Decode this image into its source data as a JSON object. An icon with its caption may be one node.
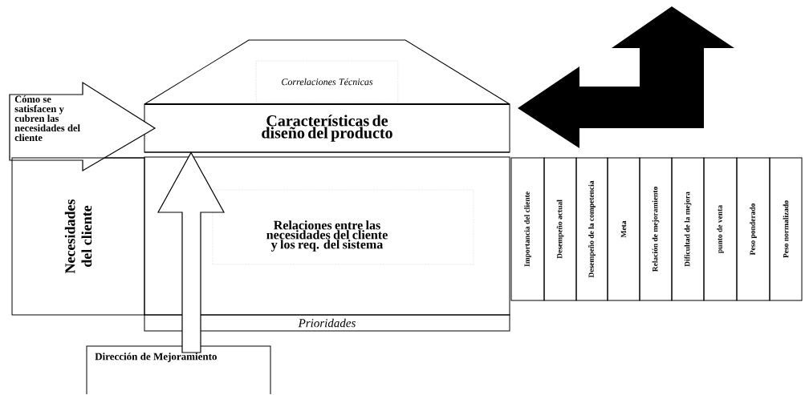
{
  "diagram": {
    "nodes": [
      {
        "text": [
          "Correlaciones Técnicas"
        ]
      },
      {
        "text": [
          "Características de diseño del producto"
        ]
      },
      {
        "text": [
          "Cómo se satisfacen y cubren las necesidades del cliente"
        ]
      },
      {
        "text": [
          "Necesidades del cliente"
        ]
      },
      {
        "text": [
          "Relaciones entre las necesidades del cliente y los req. del sistema"
        ]
      },
      {
        "text": [
          "Prioridades"
        ]
      },
      {
        "text": [
          "Dirección de Mejoramiento"
        ]
      },
      {
        "text": [
          "Importancia del cliente"
        ]
      },
      {
        "text": [
          "Desempeño actual"
        ]
      },
      {
        "text": [
          "Desempeño de la competencia"
        ]
      },
      {
        "text": [
          "Meta"
        ]
      },
      {
        "text": [
          "Relación de mejoramiento"
        ]
      },
      {
        "text": [
          "Dificultad de la mejora"
        ]
      },
      {
        "text": [
          "punto de venta"
        ]
      },
      {
        "text": [
          "Peso ponderado"
        ]
      },
      {
        "text": [
          "Peso normalizado"
        ]
      }
    ],
    "edges": [
      {
        "from": 6,
        "to": 1,
        "arrow": "to"
      }
    ]
  }
}
